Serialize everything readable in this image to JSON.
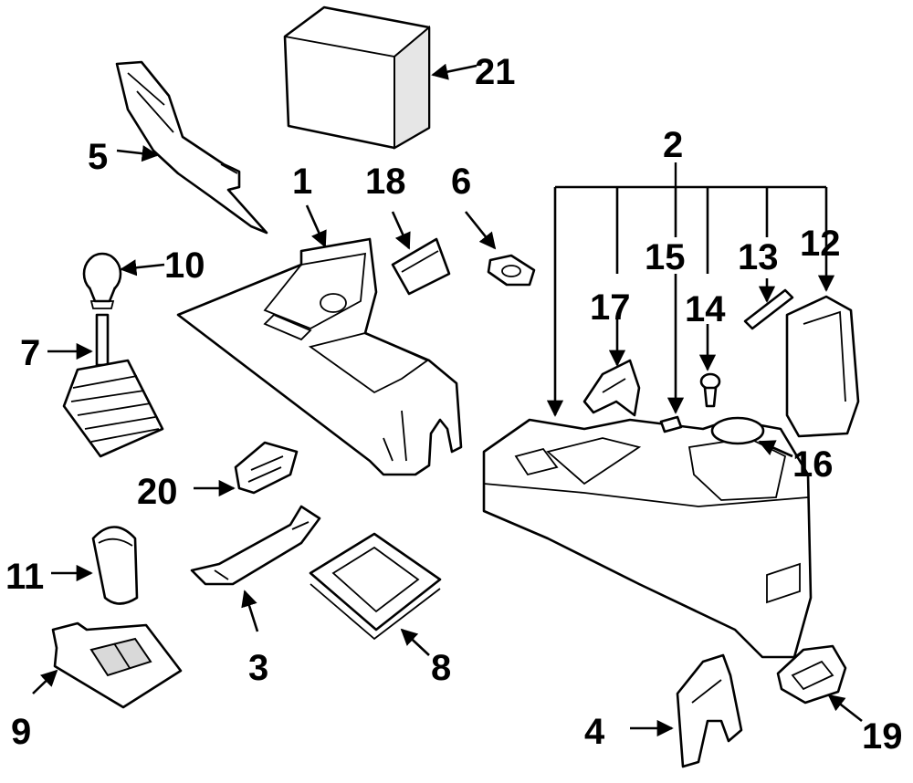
{
  "callouts": [
    {
      "id": "21",
      "label": "21"
    },
    {
      "id": "5",
      "label": "5"
    },
    {
      "id": "1",
      "label": "1"
    },
    {
      "id": "18",
      "label": "18"
    },
    {
      "id": "6",
      "label": "6"
    },
    {
      "id": "2",
      "label": "2"
    },
    {
      "id": "10",
      "label": "10"
    },
    {
      "id": "15",
      "label": "15"
    },
    {
      "id": "13",
      "label": "13"
    },
    {
      "id": "12",
      "label": "12"
    },
    {
      "id": "17",
      "label": "17"
    },
    {
      "id": "14",
      "label": "14"
    },
    {
      "id": "7",
      "label": "7"
    },
    {
      "id": "16",
      "label": "16"
    },
    {
      "id": "20",
      "label": "20"
    },
    {
      "id": "11",
      "label": "11"
    },
    {
      "id": "3",
      "label": "3"
    },
    {
      "id": "8",
      "label": "8"
    },
    {
      "id": "9",
      "label": "9"
    },
    {
      "id": "4",
      "label": "4"
    },
    {
      "id": "19",
      "label": "19"
    }
  ]
}
